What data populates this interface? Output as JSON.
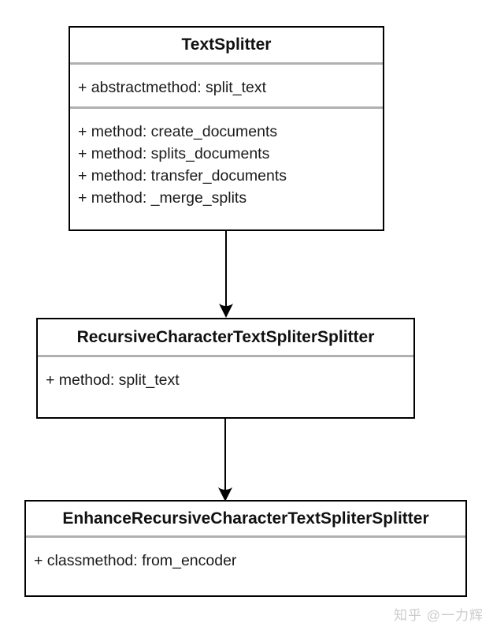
{
  "diagram": {
    "type": "uml-class-diagram",
    "classes": [
      {
        "name": "TextSplitter",
        "sections": [
          [
            "+ abstractmethod: split_text"
          ],
          [
            "+ method: create_documents",
            "+ method: splits_documents",
            "+ method: transfer_documents",
            "+ method: _merge_splits"
          ]
        ]
      },
      {
        "name": "RecursiveCharacterTextSpliterSplitter",
        "sections": [
          [
            "+ method: split_text"
          ]
        ]
      },
      {
        "name": "EnhanceRecursiveCharacterTextSpliterSplitter",
        "sections": [
          [
            "+ classmethod: from_encoder"
          ]
        ]
      }
    ],
    "relations": [
      {
        "from": "TextSplitter",
        "to": "RecursiveCharacterTextSpliterSplitter",
        "style": "arrow-down"
      },
      {
        "from": "RecursiveCharacterTextSpliterSplitter",
        "to": "EnhanceRecursiveCharacterTextSpliterSplitter",
        "style": "arrow-down"
      }
    ],
    "colors": {
      "background": "#ffffff",
      "border": "#000000",
      "divider": "#b0b0b0",
      "text": "#1a1a1a",
      "arrow": "#000000",
      "watermark": "#cccccc"
    }
  },
  "watermark": {
    "text": "知乎 @一力辉"
  }
}
